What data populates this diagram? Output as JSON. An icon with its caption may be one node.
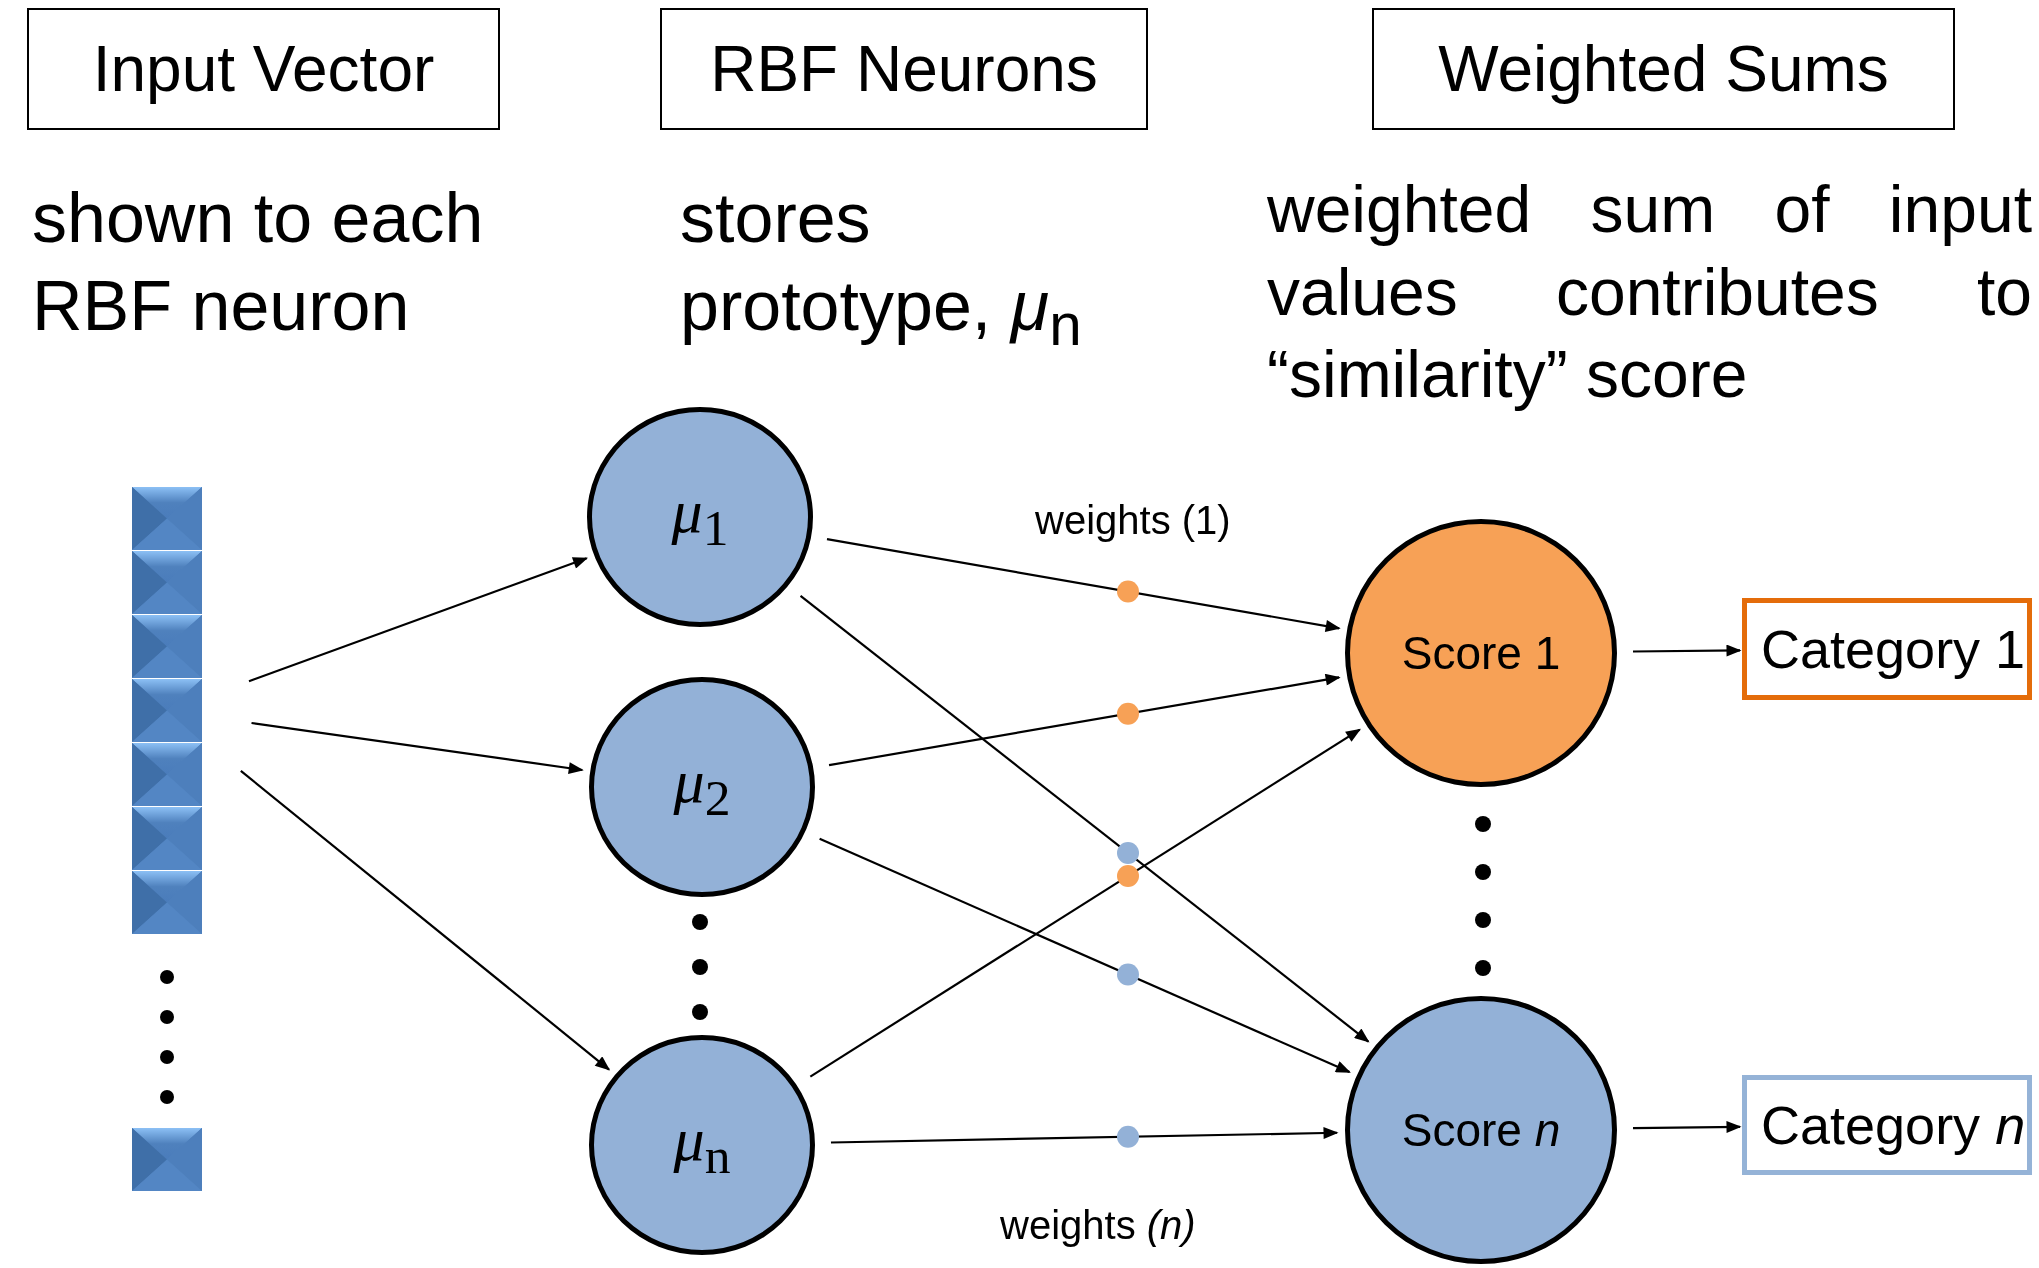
{
  "diagram": {
    "nodes": [
      {
        "text": [
          "Input Vector"
        ]
      },
      {
        "text": [
          "RBF Neurons"
        ]
      },
      {
        "text": [
          "Weighted Sums"
        ]
      },
      {
        "text": [],
        "shape": "bar"
      },
      {
        "text": [
          "*μ*$_{1}$"
        ]
      },
      {
        "text": [
          "*μ*$_{2}$"
        ]
      },
      {
        "text": [
          "*μ*$_{n}$"
        ]
      },
      {
        "text": [
          "Score 1"
        ]
      },
      {
        "text": [
          "Score *n*"
        ]
      },
      {
        "text": [
          "Category 1"
        ]
      },
      {
        "text": [
          "Category *n*"
        ]
      }
    ],
    "edges": [
      {
        "from": 3,
        "to": 4,
        "arrow": "to"
      },
      {
        "from": 3,
        "to": 5,
        "arrow": "to"
      },
      {
        "from": 3,
        "to": 6,
        "arrow": "to"
      },
      {
        "from": 4,
        "to": 7,
        "arrow": "to"
      },
      {
        "from": 4,
        "to": 8,
        "arrow": "to"
      },
      {
        "from": 5,
        "to": 7,
        "arrow": "to"
      },
      {
        "from": 5,
        "to": 8,
        "arrow": "to"
      },
      {
        "from": 6,
        "to": 7,
        "arrow": "to"
      },
      {
        "from": 6,
        "to": 8,
        "arrow": "to"
      },
      {
        "from": 7,
        "to": 9,
        "arrow": "to"
      },
      {
        "from": 8,
        "to": 10,
        "arrow": "to"
      }
    ],
    "labels": [
      "shown to each RBF neuron",
      "stores prototype, *μ*$_{n}$",
      "weighted sum of input values contributes to “similarity” score",
      "weights (1)",
      "weights *(n)*"
    ]
  }
}
